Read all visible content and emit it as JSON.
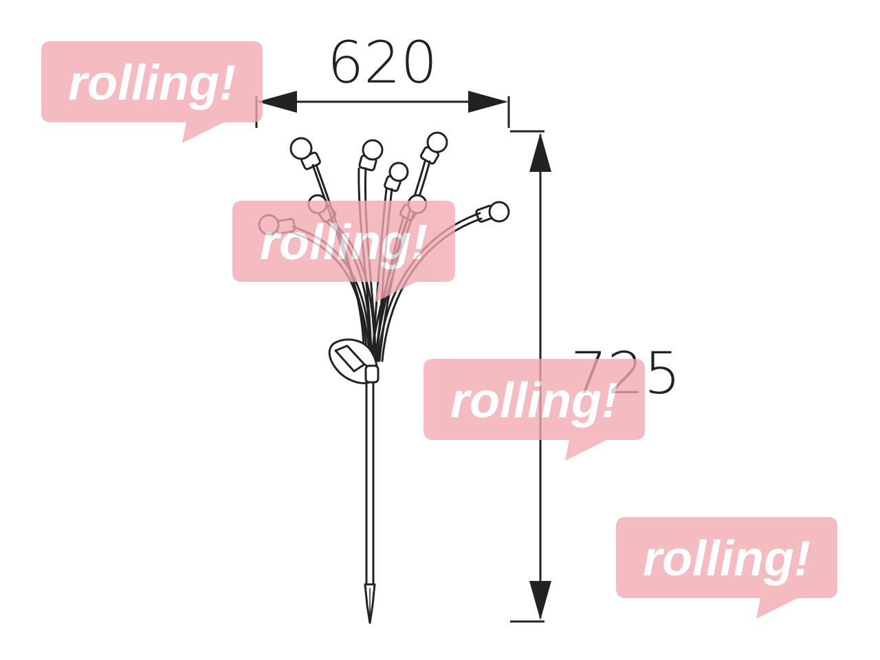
{
  "dimensions": {
    "width": "620",
    "height": "725"
  },
  "watermark": {
    "text": "rolling!",
    "color": "#f2a9b0"
  },
  "lamp": {
    "stroke_color": "#222222"
  }
}
